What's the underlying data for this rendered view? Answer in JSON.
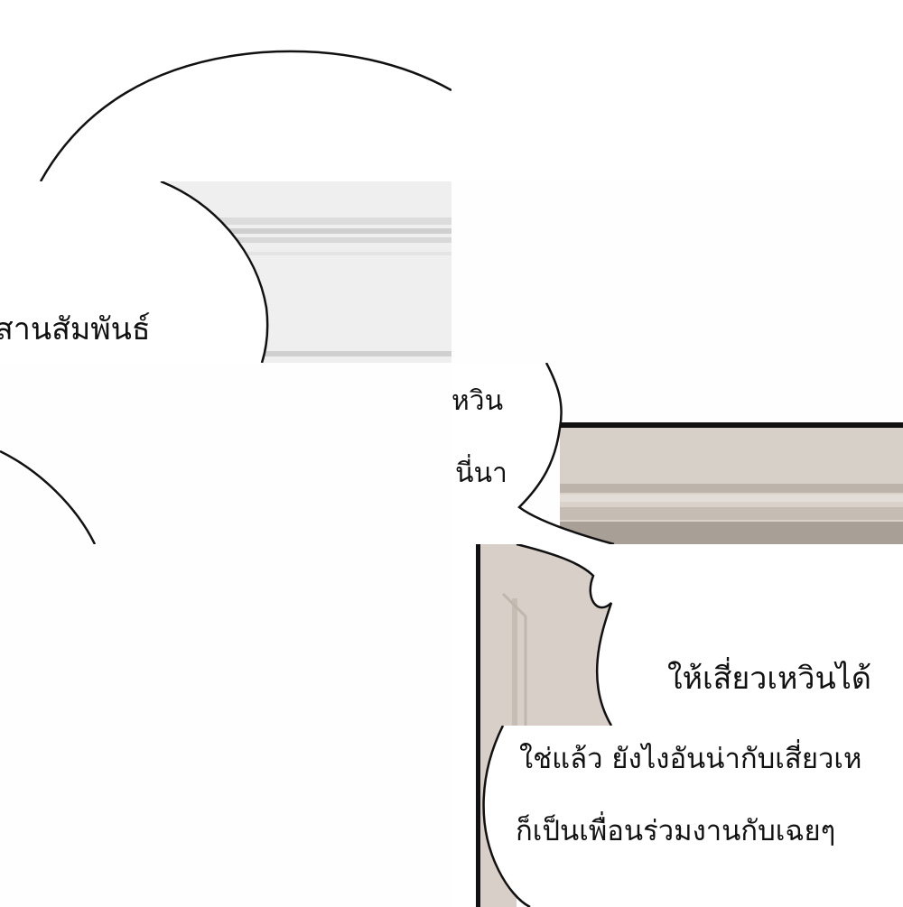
{
  "panels": {
    "speech_1": {
      "text": "สานสัมพันธ์"
    },
    "speech_2": {
      "line_1": "หวิน",
      "line_2": "นี่นา"
    },
    "speech_3": {
      "text": "ให้เสี่ยวเหวินได้"
    },
    "speech_4": {
      "line_1": "ใช่แล้ว ยังไงอันน่ากับเสี่ยวเห",
      "line_2": "ก็เป็นเพื่อนร่วมงานกับเฉยๆ"
    }
  },
  "colors": {
    "background": "#ffffff",
    "ink": "#111111",
    "wall": "#f2f2f2",
    "molding": "#c9c4bf",
    "wood": "#d3cbc3",
    "frame": "#111111"
  }
}
